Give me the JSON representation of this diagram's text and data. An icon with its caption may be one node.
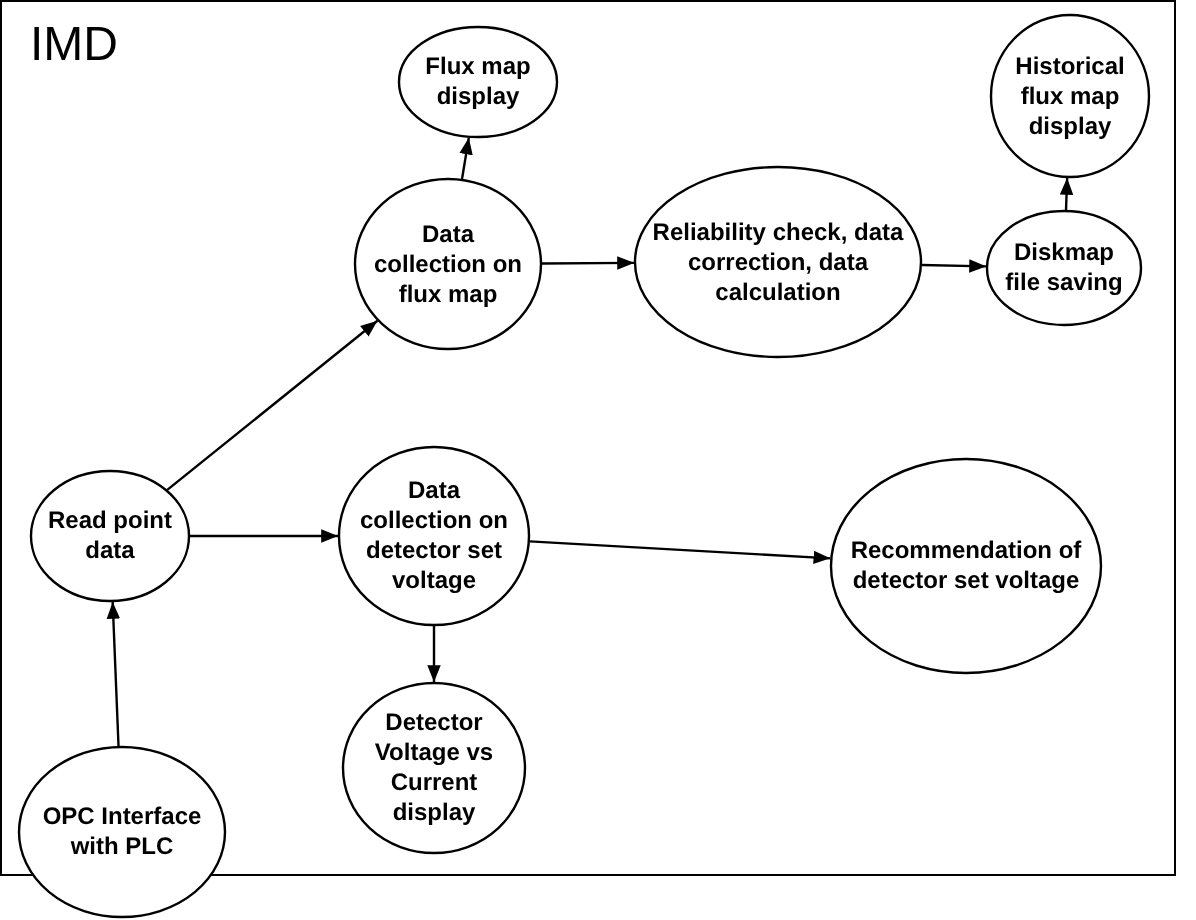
{
  "diagram": {
    "title": "IMD",
    "nodes": [
      {
        "text": [
          "Flux map display"
        ]
      },
      {
        "text": [
          "Data collection on flux map"
        ]
      },
      {
        "text": [
          "Reliability check, data correction, data calculation"
        ]
      },
      {
        "text": [
          "Diskmap file saving"
        ]
      },
      {
        "text": [
          "Historical flux map display"
        ]
      },
      {
        "text": [
          "Read point data"
        ]
      },
      {
        "text": [
          "Data collection on detector set voltage"
        ]
      },
      {
        "text": [
          "Recommendation of detector set voltage"
        ]
      },
      {
        "text": [
          "OPC Interface with PLC"
        ]
      },
      {
        "text": [
          "Detector Voltage vs Current display"
        ]
      }
    ],
    "edges": [
      {
        "from": 1,
        "to": 0,
        "arrow": "to"
      },
      {
        "from": 1,
        "to": 2,
        "arrow": "to"
      },
      {
        "from": 2,
        "to": 3,
        "arrow": "to"
      },
      {
        "from": 3,
        "to": 4,
        "arrow": "to"
      },
      {
        "from": 5,
        "to": 1,
        "arrow": "to"
      },
      {
        "from": 5,
        "to": 6,
        "arrow": "to"
      },
      {
        "from": 6,
        "to": 7,
        "arrow": "to"
      },
      {
        "from": 6,
        "to": 9,
        "arrow": "to"
      },
      {
        "from": 8,
        "to": 5,
        "arrow": "to"
      }
    ]
  }
}
